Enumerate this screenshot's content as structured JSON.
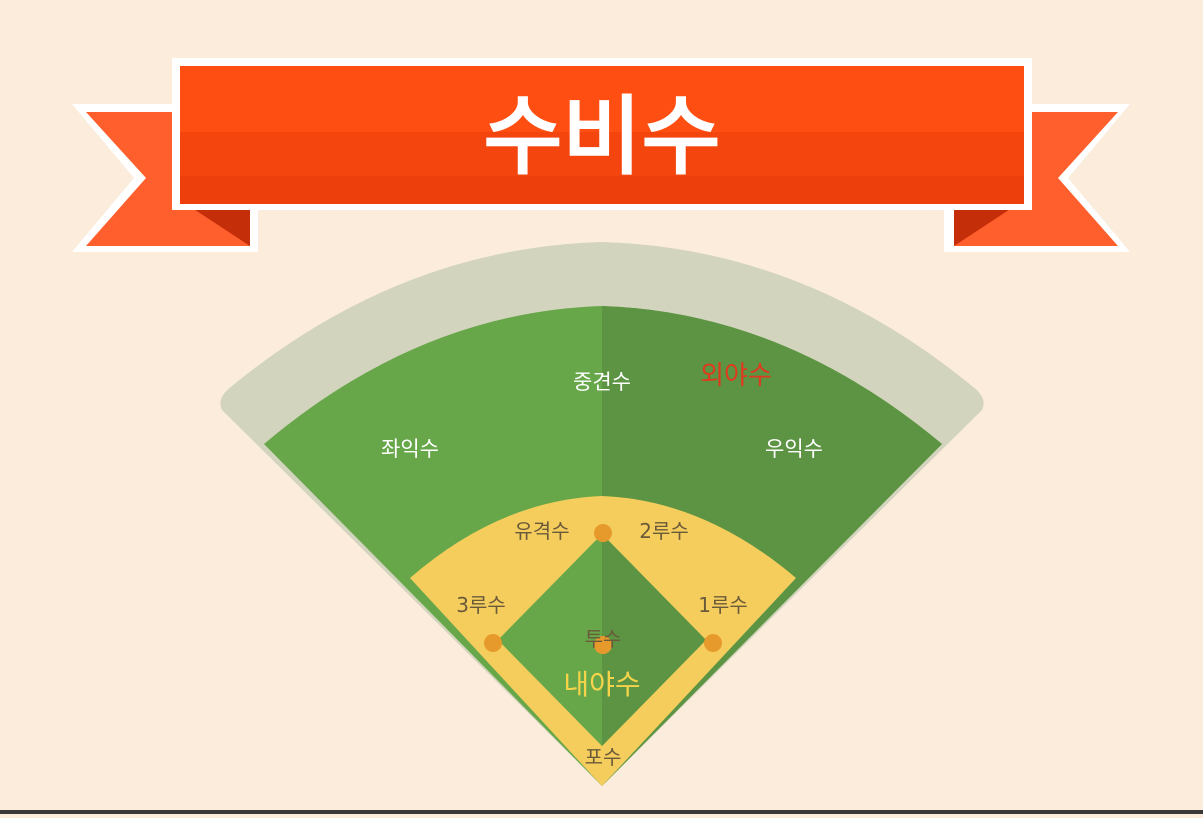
{
  "title": "수비수",
  "groups": {
    "outfield": "외야수",
    "infield": "내야수"
  },
  "positions": {
    "center_field": "중견수",
    "left_field": "좌익수",
    "right_field": "우익수",
    "shortstop": "유격수",
    "second_base": "2루수",
    "third_base": "3루수",
    "first_base": "1루수",
    "pitcher": "투수",
    "catcher": "포수"
  },
  "colors": {
    "background": "#fcecdc",
    "ribbon": "#f5450f",
    "ribbon_tail": "#ff5f2d",
    "warning_track": "#d3d4bd",
    "grass_light": "#67a74a",
    "grass_dark": "#5c9443",
    "infield_dirt": "#f5cd5c",
    "base": "#e79a2c",
    "outfield_label": "#e03a1e",
    "infield_label": "#f5d44a"
  }
}
